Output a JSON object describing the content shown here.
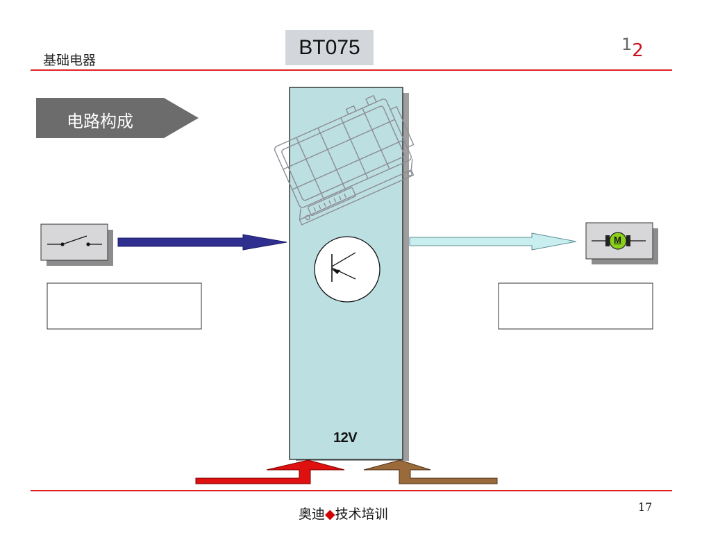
{
  "header": {
    "title": "基础电器",
    "code": "BT075",
    "page_mark_1": "1",
    "page_mark_2": "2"
  },
  "section": {
    "label": "电路构成"
  },
  "diagram": {
    "voltage_label": "12V",
    "motor_label": "M"
  },
  "footer": {
    "brand": "奥迪",
    "diamond": "◆",
    "course": "技术培训",
    "page_number": "17"
  },
  "colors": {
    "accent_red": "#e02020",
    "module_fill": "#bcdfe1",
    "input_arrow": "#2e2f8e",
    "output_arrow": "#c9eef0",
    "supply_red": "#e01010",
    "supply_brown": "#9b6a3a"
  }
}
